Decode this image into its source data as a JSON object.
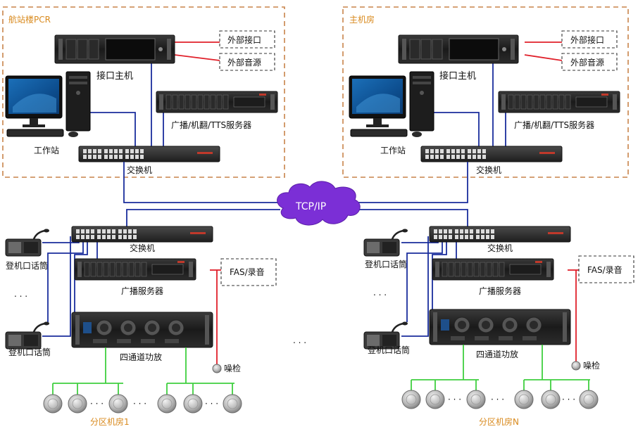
{
  "zones": {
    "left_title": "航站楼PCR",
    "right_title": "主机房"
  },
  "top_left": {
    "interface_host": "接口主机",
    "external_interface": "外部接口",
    "external_audio": "外部音源",
    "server": "广播/机翻/TTS服务器",
    "workstation": "工作站",
    "switch": "交换机"
  },
  "top_right": {
    "interface_host": "接口主机",
    "external_interface": "外部接口",
    "external_audio": "外部音源",
    "server": "广播/机翻/TTS服务器",
    "workstation": "工作站",
    "switch": "交换机"
  },
  "network": {
    "cloud_label": "TCP/IP"
  },
  "bottom_left": {
    "switch": "交换机",
    "mic_top": "登机口话筒",
    "mic_bottom": "登机口话筒",
    "ellipsis": ". . .",
    "fas": "FAS/录音",
    "broadcast_server": "广播服务器",
    "amplifier": "四通道功放",
    "noise_detector": "噪检",
    "zone_label": "分区机房1",
    "speaker_dots_1": "· · ·",
    "speaker_dots_2": "· · ·"
  },
  "bottom_right": {
    "switch": "交换机",
    "mic_top": "登机口话筒",
    "mic_bottom": "登机口话筒",
    "ellipsis": ". . .",
    "fas": "FAS/录音",
    "broadcast_server": "广播服务器",
    "amplifier": "四通道功放",
    "noise_detector": "噪检",
    "zone_label": "分区机房N",
    "speaker_dots_1": "· · ·",
    "speaker_dots_2": "· · ·"
  },
  "middle_dots": ". . .",
  "colors": {
    "network_line": "#1a2d9c",
    "audio_line": "#e0202a",
    "speaker_line": "#3fcf3f",
    "zone_border": "#c8844a",
    "zone_title": "#d98a1e",
    "cloud": "#7b2fd6"
  }
}
